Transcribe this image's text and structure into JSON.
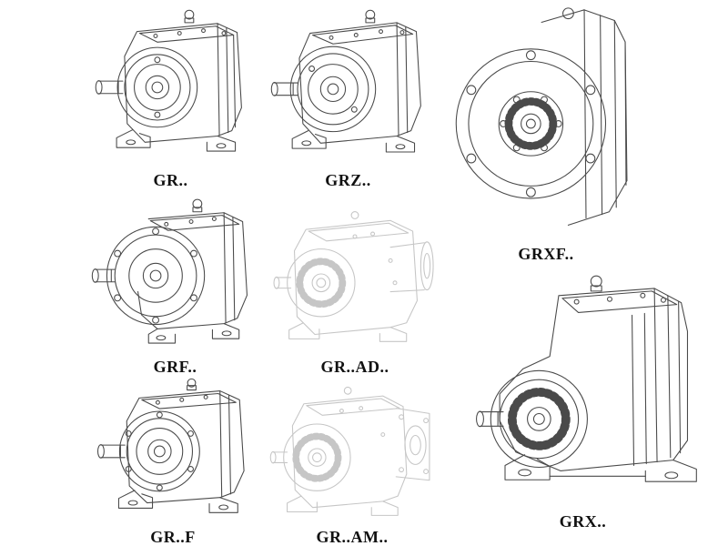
{
  "colors": {
    "line": "#4a4a4a",
    "faded": "#c6c6c6",
    "label": "#111111",
    "background": "#ffffff"
  },
  "figures": [
    {
      "id": "gr",
      "label": "GR.."
    },
    {
      "id": "grz",
      "label": "GRZ.."
    },
    {
      "id": "grxf",
      "label": "GRXF.."
    },
    {
      "id": "grf",
      "label": "GRF.."
    },
    {
      "id": "gr-ad",
      "label": "GR..AD.."
    },
    {
      "id": "gr-f",
      "label": "GR..F"
    },
    {
      "id": "gr-am",
      "label": "GR..AM.."
    },
    {
      "id": "grx",
      "label": "GRX.."
    }
  ]
}
